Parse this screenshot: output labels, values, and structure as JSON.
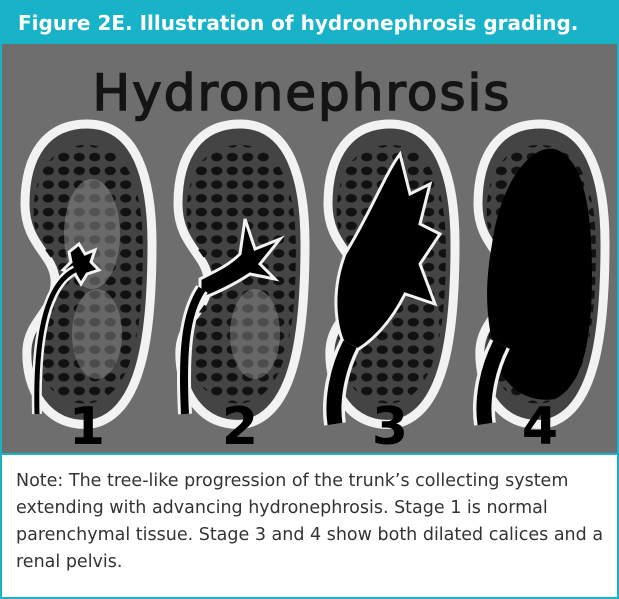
{
  "figure": {
    "caption": "Figure 2E. Illustration of hydronephrosis grading.",
    "illustration_title": "Hydronephrosis",
    "stages": [
      {
        "label": "1"
      },
      {
        "label": "2"
      },
      {
        "label": "3"
      },
      {
        "label": "4"
      }
    ],
    "note": "Note: The tree-like progression of the trunk’s collecting system extending with advancing hydronephrosis. Stage 1 is normal parenchymal tissue. Stage 3 and 4 show both dilated calices and a renal pelvis."
  },
  "colors": {
    "accent": "#19b3c9",
    "panel_background": "#6e6e6e",
    "kidney_outline": "#f2f2f2",
    "kidney_fill": "#1a1a1a",
    "text": "#333333"
  },
  "icons": [
    "kidney-stage-1-icon",
    "kidney-stage-2-icon",
    "kidney-stage-3-icon",
    "kidney-stage-4-icon"
  ]
}
